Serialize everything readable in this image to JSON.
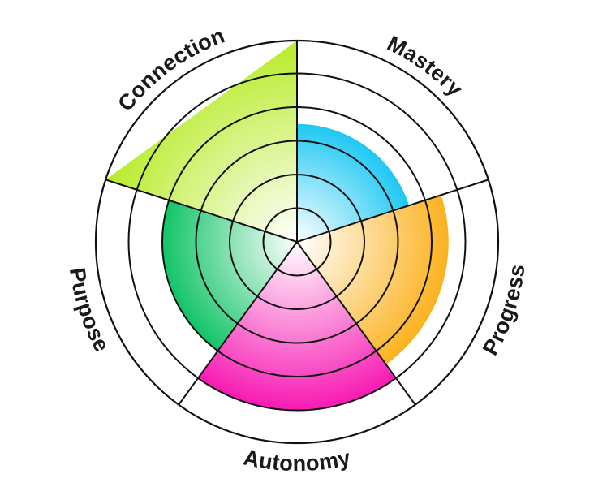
{
  "segments": [
    {
      "label": "Mastery",
      "color": "#1ec8f3",
      "level": 3.5
    },
    {
      "label": "Progress",
      "color": "#fbb21f",
      "level": 4.5
    },
    {
      "label": "Autonomy",
      "color": "#f71ab3",
      "level": 5
    },
    {
      "label": "Purpose",
      "color": "#12c468",
      "level": 4
    },
    {
      "label": "Connection",
      "color": "#b7eb27",
      "level": 6
    }
  ],
  "scale_max": 6
}
